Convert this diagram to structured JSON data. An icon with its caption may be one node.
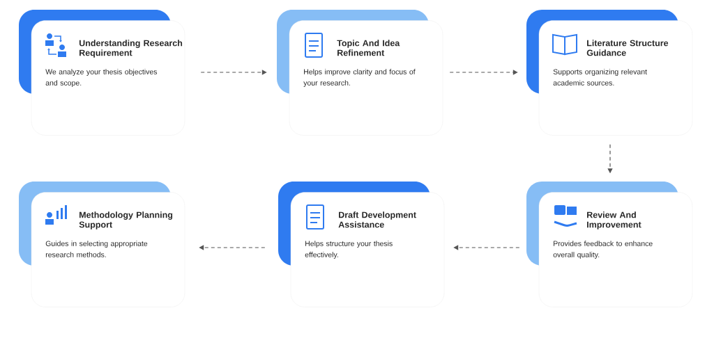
{
  "diagram": {
    "nodes": [
      {
        "text": [
          "Understanding Research Requirement",
          "We analyze your thesis objectives and scope."
        ]
      },
      {
        "text": [
          "Topic And Idea Refinement",
          "Helps improve clarity and focus of your research."
        ]
      },
      {
        "text": [
          "Literature Structure Guidance",
          "Supports organizing relevant academic sources."
        ]
      },
      {
        "text": [
          "Methodology Planning Support",
          "Guides in selecting appropriate research methods."
        ]
      },
      {
        "text": [
          "Draft Development Assistance",
          "Helps structure your thesis effectively."
        ]
      },
      {
        "text": [
          "Review And Improvement",
          "Provides feedback to enhance overall quality."
        ]
      }
    ],
    "edges": [
      {
        "from": 0,
        "to": 1,
        "arrow": "to",
        "style": "dashed"
      },
      {
        "from": 1,
        "to": 2,
        "arrow": "to",
        "style": "dashed"
      },
      {
        "from": 2,
        "to": 5,
        "arrow": "to",
        "style": "dashed"
      },
      {
        "from": 5,
        "to": 4,
        "arrow": "to",
        "style": "dashed"
      },
      {
        "from": 4,
        "to": 3,
        "arrow": "to",
        "style": "dashed"
      }
    ]
  }
}
